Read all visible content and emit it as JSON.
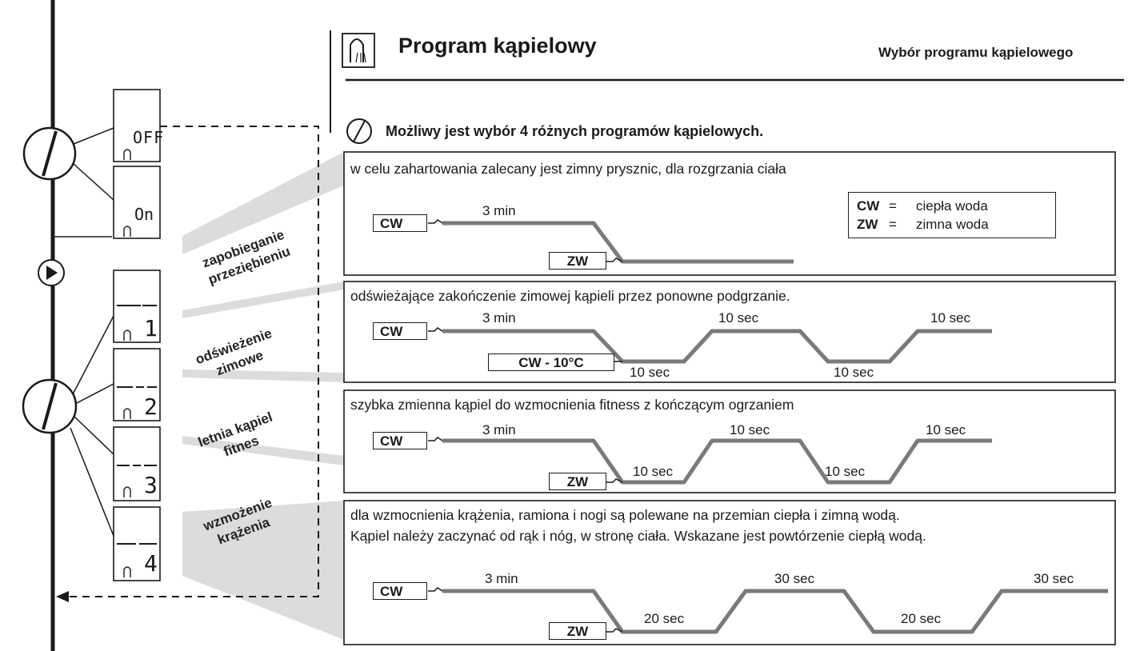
{
  "header": {
    "title": "Program kąpielowy",
    "section": "Wybór programu kąpielowego",
    "note": "Możliwy jest wybór 4 różnych programów kąpielowych."
  },
  "legend": [
    {
      "code": "CW",
      "eq": "=",
      "meaning": "ciepła woda"
    },
    {
      "code": "ZW",
      "eq": "=",
      "meaning": "zimna woda"
    }
  ],
  "displays": {
    "off": "OFF",
    "on": "On",
    "p1": "1",
    "p2": "2",
    "p3": "3",
    "p4": "4"
  },
  "program_labels": [
    {
      "line1": "zapobieganie",
      "line2": "przeziębieniu"
    },
    {
      "line1": "odświeżenie",
      "line2": "zimowe"
    },
    {
      "line1": "letnia kąpiel",
      "line2": "fitnes"
    },
    {
      "line1": "wzmożenie",
      "line2": "krążenia"
    }
  ],
  "programs": [
    {
      "description": "w celu zahartowania zalecany jest zimny prysznic, dla rozgrzania ciała",
      "hot_box": "CW",
      "cold_box": "ZW",
      "hot_times": [
        "3 min"
      ],
      "cold_times": []
    },
    {
      "description": "odświeżające zakończenie zimowej kąpieli przez ponowne podgrzanie.",
      "hot_box": "CW",
      "cold_box": "CW - 10°C",
      "hot_times": [
        "3 min",
        "10 sec",
        "10 sec"
      ],
      "cold_times": [
        "10 sec",
        "10 sec"
      ]
    },
    {
      "description": "szybka zmienna kąpiel do wzmocnienia fitness z kończącym ogrzaniem",
      "hot_box": "CW",
      "cold_box": "ZW",
      "hot_times": [
        "3 min",
        "10 sec",
        "10 sec"
      ],
      "cold_times": [
        "10 sec",
        "10 sec"
      ]
    },
    {
      "description": "dla wzmocnienia krążenia, ramiona i nogi są polewane na przemian ciepła i zimną wodą.",
      "description2": "Kąpiel należy zaczynać od rąk i nóg, w stronę ciała. Wskazane jest powtórzenie ciepłą wodą.",
      "hot_box": "CW",
      "cold_box": "ZW",
      "hot_times": [
        "3 min",
        "30 sec",
        "30 sec"
      ],
      "cold_times": [
        "20 sec",
        "20 sec"
      ]
    }
  ],
  "colors": {
    "curve": "#7a7a7a",
    "fan": "#dcdcdc",
    "line": "#1a1a1a"
  }
}
